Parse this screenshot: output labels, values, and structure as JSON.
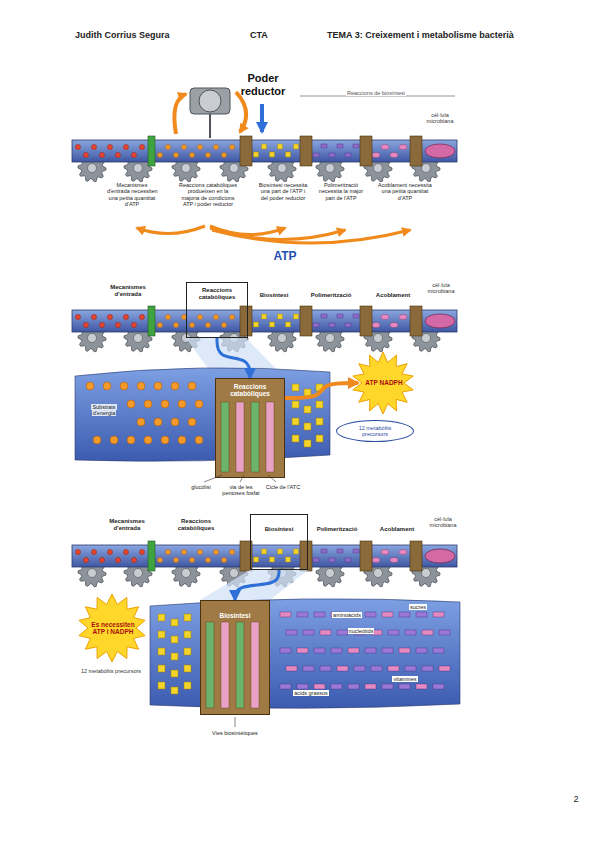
{
  "diagram": {
    "nodes": [
      {
        "text": [
          "Reaccions catabòliques"
        ]
      },
      {
        "text": [
          "Reaccions catabòliques"
        ]
      },
      {
        "text": [
          "ATP NADPH"
        ]
      },
      {
        "text": [
          "12 metabòlits precursors"
        ]
      },
      {
        "text": [
          "Biosíntesi"
        ]
      },
      {
        "text": [
          "Biosíntesi"
        ]
      },
      {
        "text": [
          "Es necessiten ATP i NADPH"
        ]
      }
    ],
    "edges": [
      {
        "from": 0,
        "to": 1,
        "arrow": "to"
      },
      {
        "from": 1,
        "to": 2,
        "arrow": "to"
      },
      {
        "from": 4,
        "to": 5,
        "arrow": "to"
      }
    ],
    "labels": [
      "Judith Corrius Segura",
      "CTA",
      "TEMA 3: Creixement i metabolisme bacterià",
      "Poder reductor",
      "Reaccions de biosíntesi",
      "cèl·lula microbiana",
      "Mecanismes d'entrada necessiten una petita quantitat d'ATP",
      "Reaccions catabòliques produeixen en la majoria de condicions ATP i poder reductor",
      "Biosíntesi necessita una part de l'ATP i del poder reductor",
      "Polimerització necessita la major part de l'ATP",
      "Acoblament necessita una petita quantitat d'ATP",
      "ATP",
      "Mecanismes d'entrada",
      "Biosíntesi",
      "Polimerització",
      "Acoblament",
      "cèl·lula microbiana",
      "Substrats d'energia",
      "glucòlisi",
      "via de les pentoses fosfat",
      "Cicle de l'ATC",
      "Mecanismes d'entrada",
      "Reaccions catabòliques",
      "Polimerització",
      "Acoblament",
      "cèl·lula microbiana",
      "12 metabòlits precursors",
      "sucres",
      "aminoàcids",
      "nucleòtids",
      "àcids grassos",
      "vitamines",
      "Vies biosintètiques",
      "2"
    ]
  }
}
